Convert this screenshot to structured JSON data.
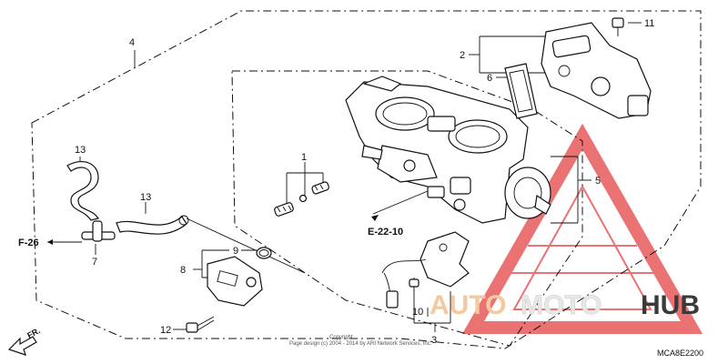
{
  "diagram": {
    "part_numbers": {
      "p1": "1",
      "p2": "2",
      "p3": "3",
      "p4": "4",
      "p5": "5",
      "p6": "6",
      "p7": "7",
      "p8": "8",
      "p9": "9",
      "p10": "10",
      "p11": "11",
      "p12": "12",
      "p13a": "13",
      "p13b": "13"
    },
    "references": {
      "f26": "F-26",
      "e2210": "E-22-10"
    },
    "direction_label": "FR.",
    "figure_code": "MCA8E2200",
    "copyright_line1": "Copyright",
    "copyright_line2": "Page design (c) 2004 - 2014 by ARI Network Services, Inc.",
    "watermark": {
      "part1": "AUTO",
      "part2": "MOTO",
      "part3": "HUB"
    },
    "colors": {
      "line": "#111111",
      "watermark_red": "#e85a5a",
      "watermark_orange": "#f4c9a0",
      "watermark_dark": "#3a3a3a"
    }
  }
}
